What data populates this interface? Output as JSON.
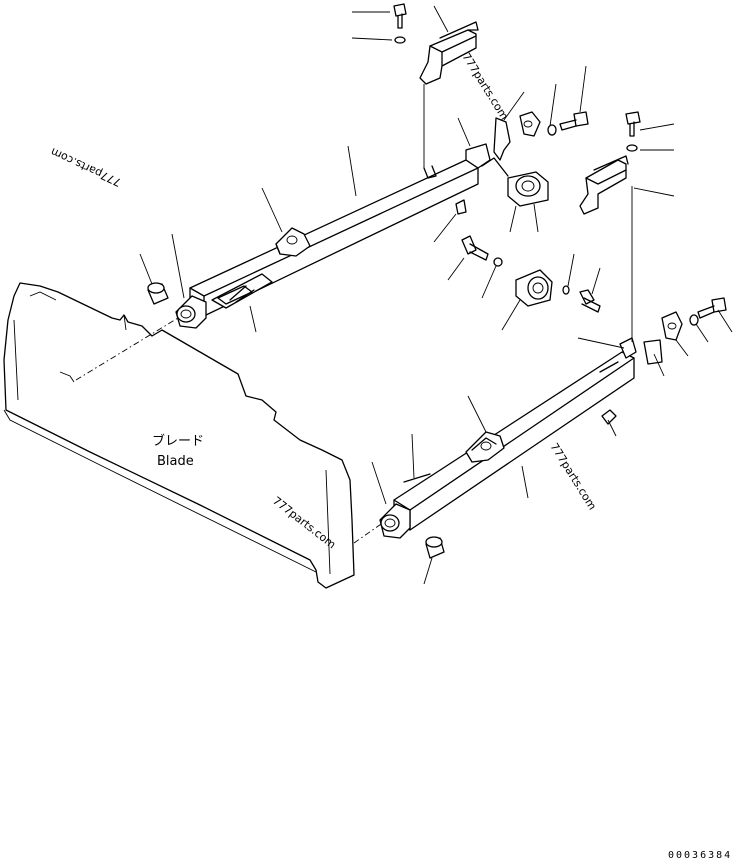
{
  "diagram": {
    "labels": {
      "blade_jp": "ブレード",
      "blade_en": "Blade"
    },
    "watermarks": [
      "777parts.com",
      "777parts.com",
      "777parts.com",
      "777parts.com"
    ],
    "drawing_code": "00036384"
  }
}
